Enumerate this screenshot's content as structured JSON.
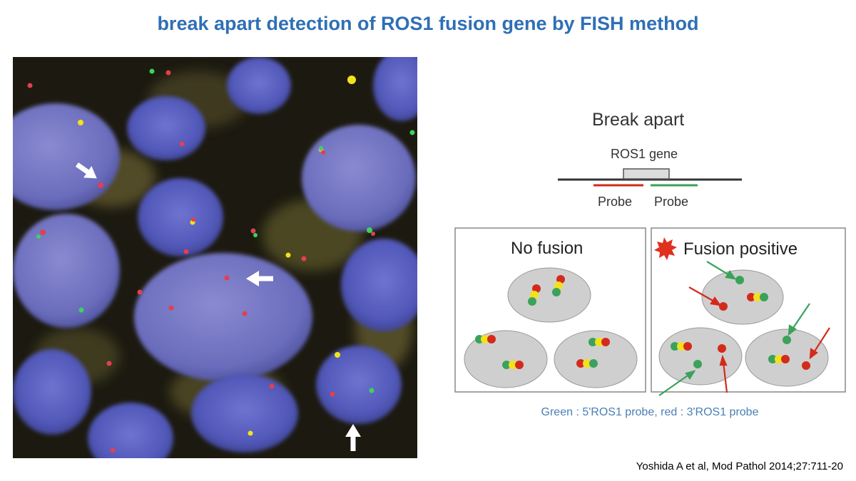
{
  "title": "break apart detection of ROS1 fusion gene by FISH method",
  "diagram": {
    "heading": "Break apart",
    "gene_label": "ROS1 gene",
    "probe_left": "Probe",
    "probe_right": "Probe",
    "panel_left_title": "No fusion",
    "panel_right_title": "Fusion positive",
    "legend": "Green : 5'ROS1 probe, red : 3'ROS1 probe"
  },
  "citation": "Yoshida A et al, Mod Pathol 2014;27:711-20",
  "colors": {
    "title": "#2f6fb5",
    "green_probe": "#3aa25a",
    "red_probe": "#d42a1c",
    "yellow_signal": "#f2e21c",
    "nucleus_blue": "#4a55b8",
    "legend_text": "#4a7fb5"
  }
}
